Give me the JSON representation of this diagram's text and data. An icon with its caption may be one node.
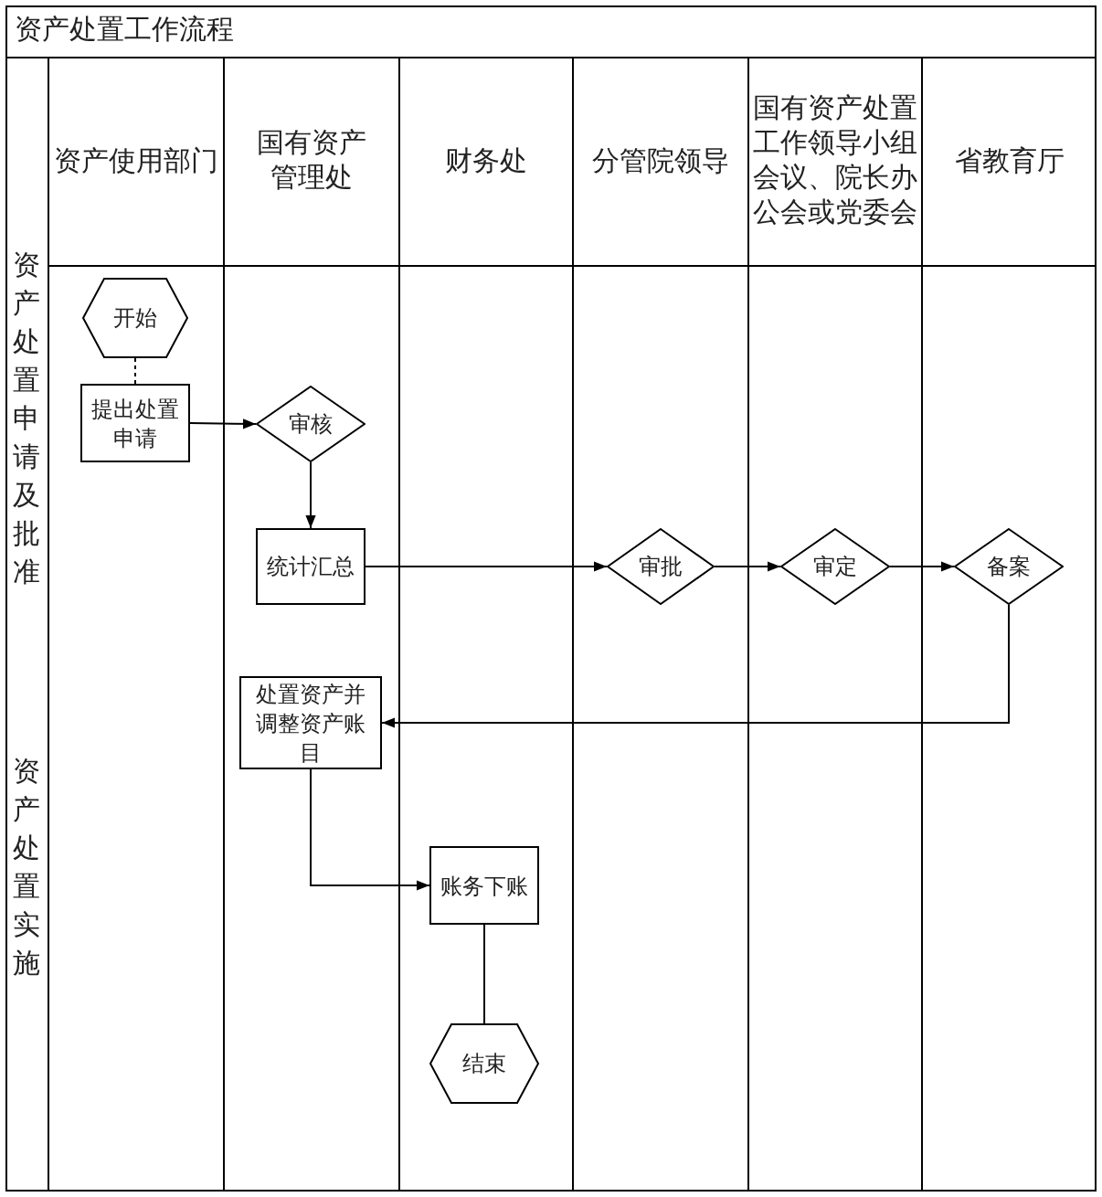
{
  "diagram": {
    "title": "资产处置工作流程",
    "nodes": [
      {
        "text": [
          "开始"
        ]
      },
      {
        "text": [
          "提出处置申请"
        ]
      },
      {
        "text": [
          "审核"
        ]
      },
      {
        "text": [
          "统计汇总"
        ]
      },
      {
        "text": [
          "审批"
        ]
      },
      {
        "text": [
          "审定"
        ]
      },
      {
        "text": [
          "备案"
        ]
      },
      {
        "text": [
          "处置资产并调整资产账目"
        ]
      },
      {
        "text": [
          "账务下账"
        ]
      },
      {
        "text": [
          "结束"
        ]
      }
    ],
    "edges": [
      {
        "from": 0,
        "to": 1,
        "arrow": "none",
        "style": "dashed"
      },
      {
        "from": 1,
        "to": 2,
        "arrow": "to"
      },
      {
        "from": 2,
        "to": 3,
        "arrow": "to"
      },
      {
        "from": 3,
        "to": 4,
        "arrow": "to"
      },
      {
        "from": 4,
        "to": 5,
        "arrow": "to"
      },
      {
        "from": 5,
        "to": 6,
        "arrow": "to"
      },
      {
        "from": 6,
        "to": 7,
        "arrow": "to"
      },
      {
        "from": 7,
        "to": 8,
        "arrow": "to"
      },
      {
        "from": 8,
        "to": 9,
        "arrow": "none"
      }
    ],
    "labels": [
      "资产使用部门",
      "国有资产管理处",
      "财务处",
      "分管院领导",
      "国有资产处置工作领导小组会议、院长办公会或党委会",
      "省教育厅",
      "资产处置申请及批准",
      "资产处置实施"
    ]
  }
}
